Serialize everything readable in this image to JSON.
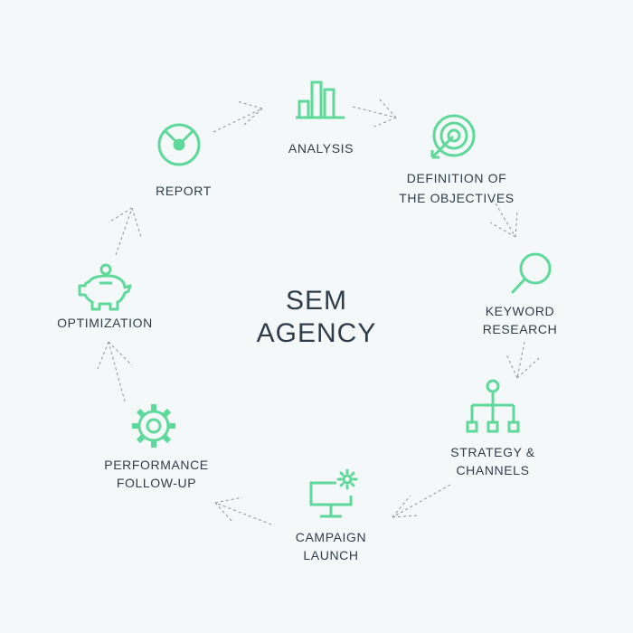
{
  "center": {
    "line1": "SEM",
    "line2": "AGENCY"
  },
  "steps": {
    "analysis": {
      "line1": "ANALYSIS",
      "icon": "bar-chart-icon"
    },
    "objectives": {
      "line1": "DEFINITION OF",
      "line2": "THE OBJECTIVES",
      "icon": "target-icon"
    },
    "keyword": {
      "line1": "KEYWORD",
      "line2": "RESEARCH",
      "icon": "magnifier-icon"
    },
    "strategy": {
      "line1": "STRATEGY &",
      "line2": "CHANNELS",
      "icon": "hierarchy-icon"
    },
    "campaign": {
      "line1": "CAMPAIGN",
      "line2": "LAUNCH",
      "icon": "monitor-gear-icon"
    },
    "performance": {
      "line1": "PERFORMANCE",
      "line2": "FOLLOW-UP",
      "icon": "gear-icon"
    },
    "optimization": {
      "line1": "OPTIMIZATION",
      "icon": "piggy-bank-icon"
    },
    "report": {
      "line1": "REPORT",
      "icon": "gauge-icon"
    }
  },
  "colors": {
    "accent": "#5fd99a",
    "text": "#2f3d4a",
    "arrow": "#8a9299",
    "background": "#f4f8f9"
  }
}
